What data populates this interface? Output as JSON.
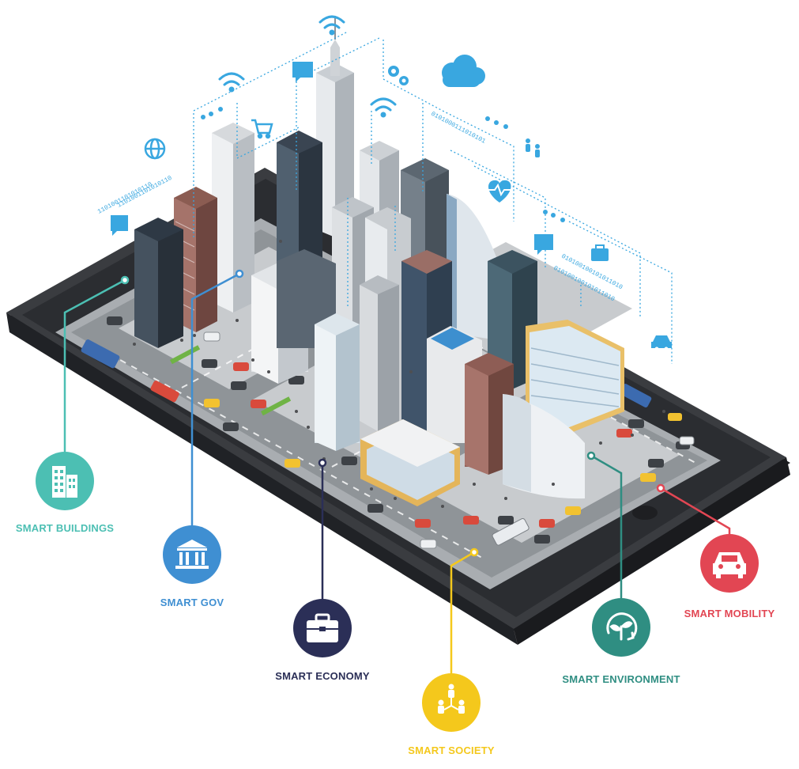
{
  "colors": {
    "buildings": "#4cbfb3",
    "gov": "#3f8fd2",
    "economy": "#2b2f57",
    "society": "#f4c81c",
    "environment": "#2f8e82",
    "mobility": "#e24653",
    "network": "#39a7e0",
    "tablet": "#333539",
    "road": "#8f9498"
  },
  "categories": {
    "buildings": {
      "label": "SMART BUILDINGS",
      "icon": "buildings-icon"
    },
    "gov": {
      "label": "SMART GOV",
      "icon": "government-building-icon"
    },
    "economy": {
      "label": "SMART ECONOMY",
      "icon": "briefcase-icon"
    },
    "society": {
      "label": "SMART SOCIETY",
      "icon": "people-network-icon"
    },
    "environment": {
      "label": "SMART ENVIRONMENT",
      "icon": "sprout-cycle-icon"
    },
    "mobility": {
      "label": "SMART MOBILITY",
      "icon": "car-icon"
    }
  },
  "floating_icons": [
    "wifi-icon",
    "chat-bubble-icon",
    "cart-icon",
    "globe-icon",
    "gears-icon",
    "cloud-icon",
    "heart-pulse-icon",
    "people-icon",
    "briefcase-icon",
    "car-icon"
  ],
  "binary": {
    "left": "1101001101010110",
    "right": "010100100101011010",
    "center": "0101000111010101"
  }
}
